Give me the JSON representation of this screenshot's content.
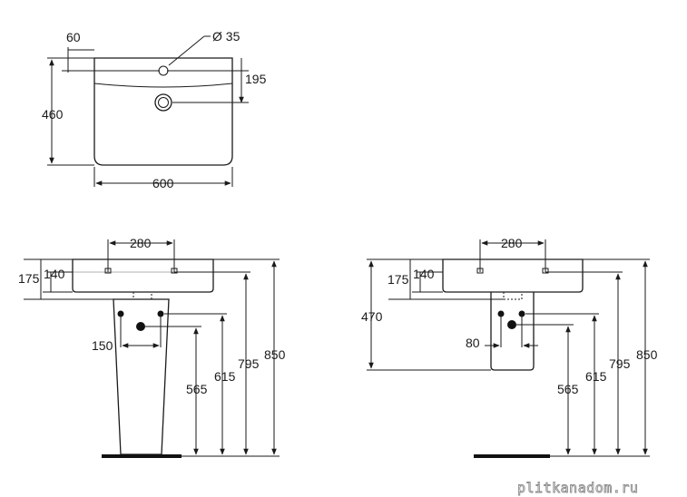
{
  "top_view": {
    "offset_label": "60",
    "hole_diameter_label": "Ø 35",
    "hole_to_drain_label": "195",
    "depth_label": "460",
    "width_label": "600"
  },
  "pedestal_view": {
    "tap_spacing_label": "280",
    "rim_175_label": "175",
    "rim_140_label": "140",
    "pipe_spacing_label": "150",
    "height_565_label": "565",
    "height_615_label": "615",
    "height_795_label": "795",
    "height_850_label": "850"
  },
  "semi_pedestal_view": {
    "tap_spacing_label": "280",
    "rim_175_label": "175",
    "rim_140_label": "140",
    "pedestal_height_label": "470",
    "pipe_spacing_label": "80",
    "height_565_label": "565",
    "height_615_label": "615",
    "height_795_label": "795",
    "height_850_label": "850"
  },
  "watermark": "plitkanadom.ru"
}
